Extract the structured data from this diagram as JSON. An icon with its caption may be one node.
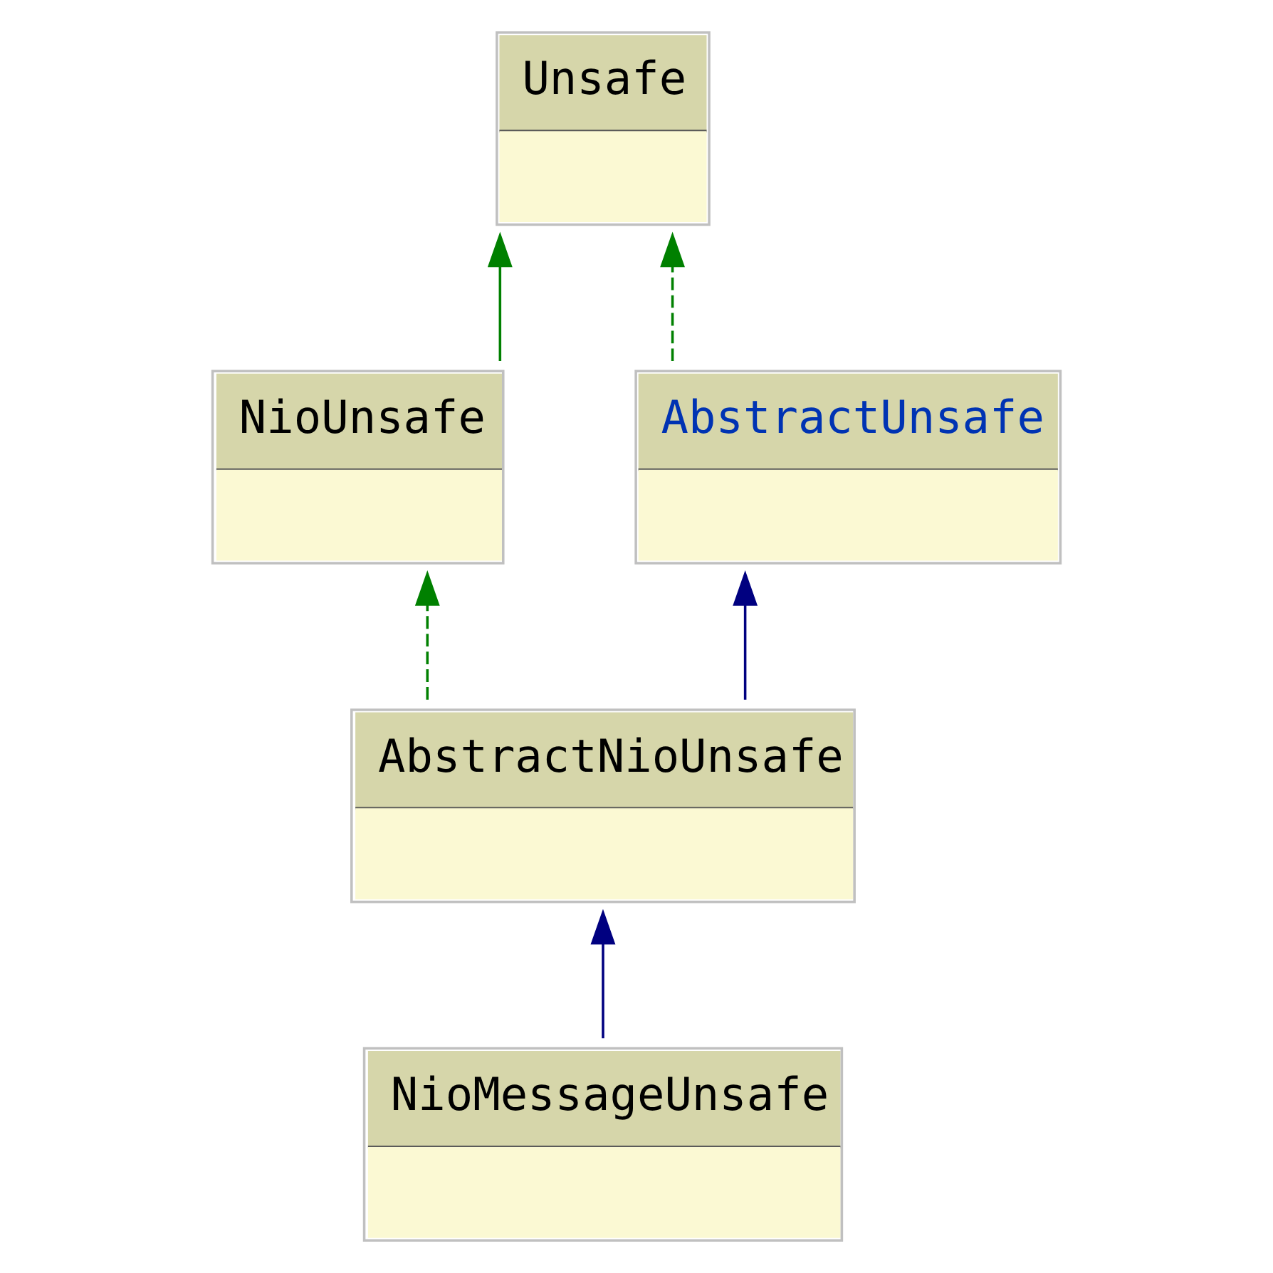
{
  "diagram": {
    "nodes": [
      {
        "text": [
          "Unsafe"
        ]
      },
      {
        "text": [
          "NioUnsafe"
        ]
      },
      {
        "text": [
          "AbstractUnsafe"
        ]
      },
      {
        "text": [
          "AbstractNioUnsafe"
        ]
      },
      {
        "text": [
          "NioMessageUnsafe"
        ]
      }
    ],
    "edges": [
      {
        "from": 1,
        "to": 0,
        "arrow": "to"
      },
      {
        "from": 2,
        "to": 0,
        "arrow": "to",
        "style": "dashed"
      },
      {
        "from": 3,
        "to": 1,
        "arrow": "to",
        "style": "dashed"
      },
      {
        "from": 3,
        "to": 2,
        "arrow": "to",
        "color": "#000080"
      },
      {
        "from": 4,
        "to": 3,
        "arrow": "to",
        "color": "#000080"
      }
    ]
  }
}
